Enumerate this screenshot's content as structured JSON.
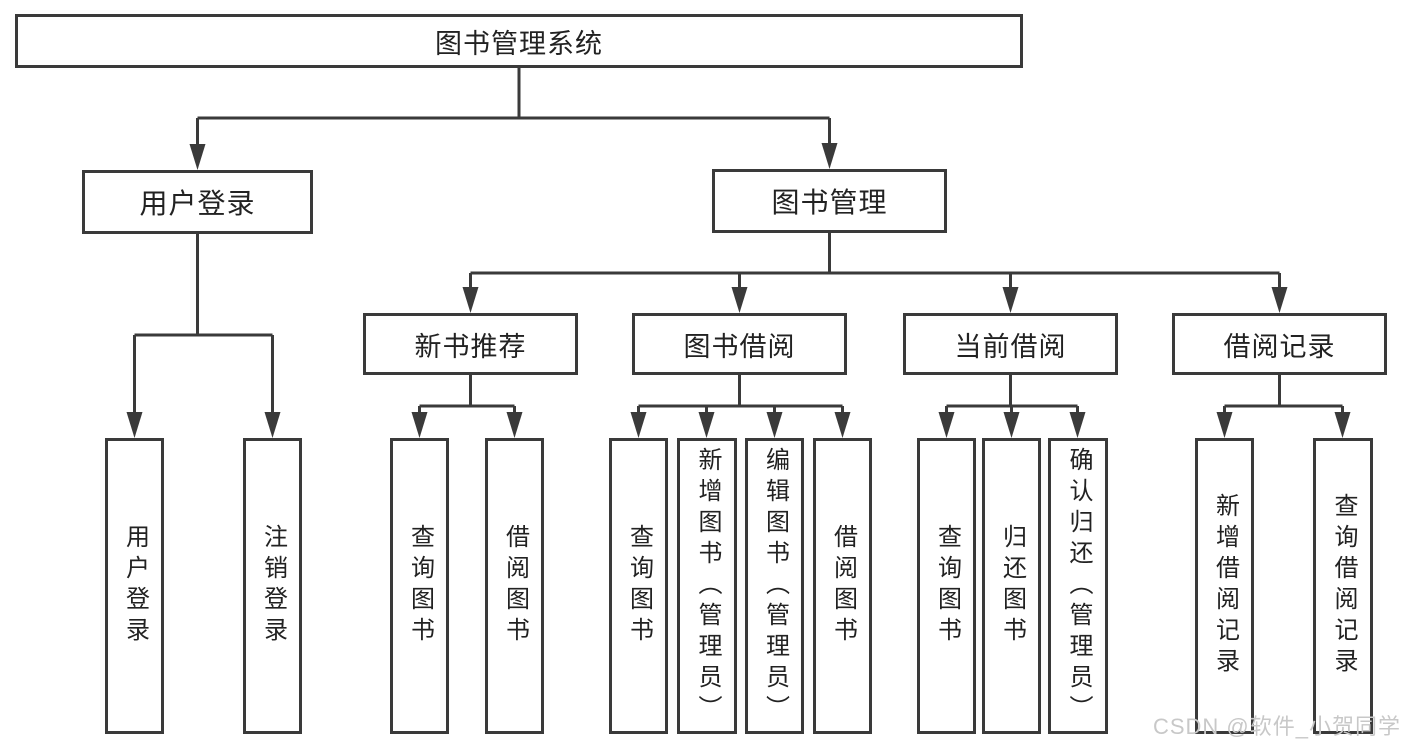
{
  "diagram": {
    "title": "图书管理系统",
    "root": {
      "label": "图书管理系统"
    },
    "level2": [
      {
        "label": "用户登录"
      },
      {
        "label": "图书管理"
      }
    ],
    "level3": [
      {
        "label": "新书推荐"
      },
      {
        "label": "图书借阅"
      },
      {
        "label": "当前借阅"
      },
      {
        "label": "借阅记录"
      }
    ],
    "leaves": {
      "login": [
        {
          "label": "用户登录"
        },
        {
          "label": "注销登录"
        }
      ],
      "newbook": [
        {
          "label": "查询图书"
        },
        {
          "label": "借阅图书"
        }
      ],
      "borrow": [
        {
          "label": "查询图书"
        },
        {
          "label": "新增图书（管理员）"
        },
        {
          "label": "编辑图书（管理员）"
        },
        {
          "label": "借阅图书"
        }
      ],
      "current": [
        {
          "label": "查询图书"
        },
        {
          "label": "归还图书"
        },
        {
          "label": "确认归还（管理员）"
        }
      ],
      "records": [
        {
          "label": "新增借阅记录"
        },
        {
          "label": "查询借阅记录"
        }
      ]
    }
  },
  "watermark": "CSDN @软件_小贺同学",
  "colors": {
    "line": "#3a3a3a",
    "text": "#222222",
    "watermark": "#c8c8c8",
    "background": "#ffffff"
  }
}
